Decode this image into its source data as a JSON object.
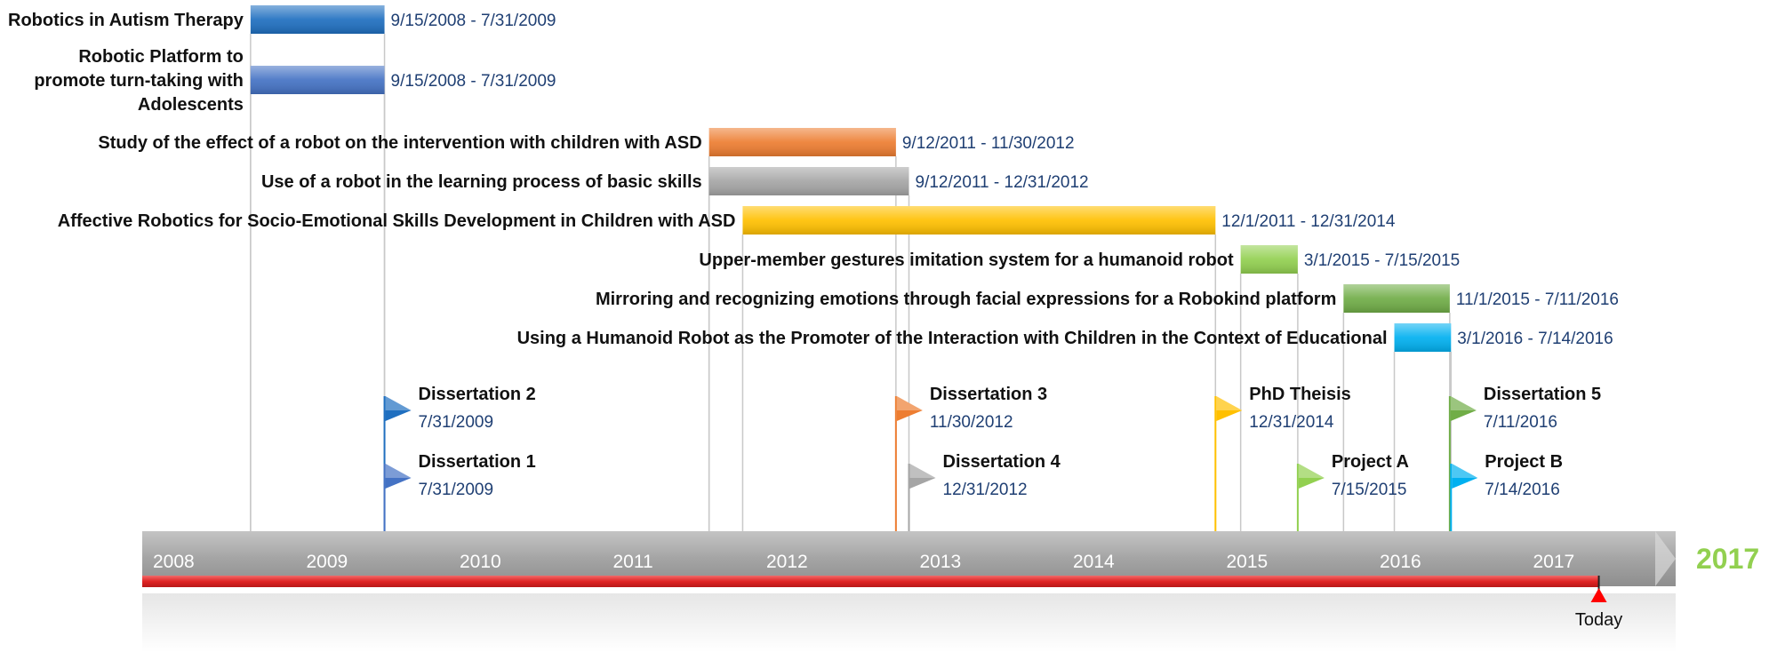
{
  "chart_data": {
    "type": "timeline",
    "axis": {
      "start": "2008-01-01",
      "end": "2017-12-31",
      "years": [
        "2008",
        "2009",
        "2010",
        "2011",
        "2012",
        "2013",
        "2014",
        "2015",
        "2016",
        "2017"
      ],
      "end_label": "2017"
    },
    "today": {
      "label": "Today",
      "date": "2017-07-01"
    },
    "tasks": [
      {
        "name": [
          "Robotics in Autism Therapy"
        ],
        "start": "2008-09-15",
        "end": "2009-07-31",
        "date_text": "9/15/2008 - 7/31/2009",
        "color": "#1f6fc0"
      },
      {
        "name": [
          "Robotic Platform to",
          "promote turn-taking with",
          "Adolescents"
        ],
        "start": "2008-09-15",
        "end": "2009-07-31",
        "date_text": "9/15/2008 - 7/31/2009",
        "color": "#4472c4"
      },
      {
        "name": [
          "Study of the effect of a robot on the intervention with children with ASD"
        ],
        "start": "2011-09-12",
        "end": "2012-11-30",
        "date_text": "9/12/2011 - 11/30/2012",
        "color": "#ed7d31"
      },
      {
        "name": [
          "Use of a robot in the learning process of basic skills"
        ],
        "start": "2011-09-12",
        "end": "2012-12-31",
        "date_text": "9/12/2011 - 12/31/2012",
        "color": "#a5a5a5"
      },
      {
        "name": [
          "Affective Robotics for Socio-Emotional Skills Development in Children with ASD"
        ],
        "start": "2011-12-01",
        "end": "2014-12-31",
        "date_text": "12/1/2011 - 12/31/2014",
        "color": "#ffc000"
      },
      {
        "name": [
          "Upper-member gestures imitation system for a humanoid robot"
        ],
        "start": "2015-03-01",
        "end": "2015-07-15",
        "date_text": "3/1/2015 - 7/15/2015",
        "color": "#92d050"
      },
      {
        "name": [
          "Mirroring and recognizing emotions through facial expressions for a Robokind platform"
        ],
        "start": "2015-11-01",
        "end": "2016-07-11",
        "date_text": "11/1/2015 - 7/11/2016",
        "color": "#70ad47"
      },
      {
        "name": [
          "Using a Humanoid Robot as the Promoter of the Interaction with Children in the Context of Educational"
        ],
        "start": "2016-03-01",
        "end": "2016-07-14",
        "date_text": "3/1/2016 - 7/14/2016",
        "color": "#00b0f0"
      }
    ],
    "milestones": [
      {
        "title": "Dissertation 2",
        "date": "2009-07-31",
        "date_text": "7/31/2009",
        "color": "#1f6fc0",
        "row": 1
      },
      {
        "title": "Dissertation 1",
        "date": "2009-07-31",
        "date_text": "7/31/2009",
        "color": "#4472c4",
        "row": 2
      },
      {
        "title": "Dissertation 3",
        "date": "2012-11-30",
        "date_text": "11/30/2012",
        "color": "#ed7d31",
        "row": 1
      },
      {
        "title": "Dissertation 4",
        "date": "2012-12-31",
        "date_text": "12/31/2012",
        "color": "#a5a5a5",
        "row": 2
      },
      {
        "title": "PhD Theisis",
        "date": "2014-12-31",
        "date_text": "12/31/2014",
        "color": "#ffc000",
        "row": 1
      },
      {
        "title": "Project A",
        "date": "2015-07-15",
        "date_text": "7/15/2015",
        "color": "#92d050",
        "row": 2
      },
      {
        "title": "Dissertation 5",
        "date": "2016-07-11",
        "date_text": "7/11/2016",
        "color": "#70ad47",
        "row": 1
      },
      {
        "title": "Project B",
        "date": "2016-07-14",
        "date_text": "7/14/2016",
        "color": "#00b0f0",
        "row": 2
      }
    ],
    "colors": {
      "axis_bar": "#a6a6a6",
      "progress_bar": "#e03030",
      "today_marker": "#ff0000",
      "end_year": "#92d050"
    }
  }
}
